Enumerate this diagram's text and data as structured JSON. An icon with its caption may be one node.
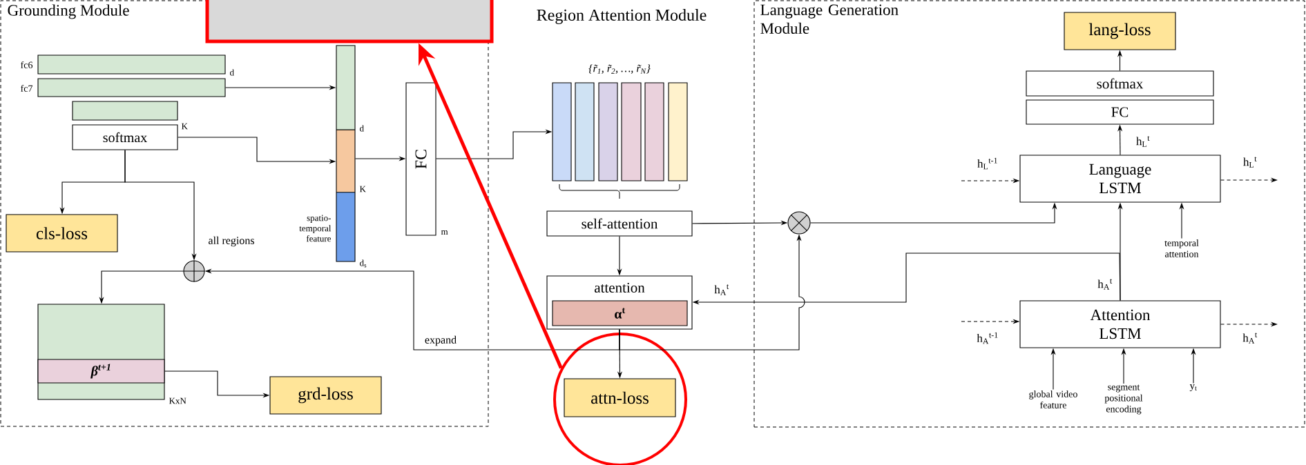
{
  "diagram": {
    "nodes": [
      {
        "text": [
          "Grounding Module"
        ]
      },
      {
        "text": [],
        "shape": "bar",
        "in": 0,
        "beside": [
          "fc6",
          "d"
        ]
      },
      {
        "text": [],
        "shape": "bar",
        "in": 0,
        "beside": [
          "fc7"
        ]
      },
      {
        "text": [],
        "shape": "bar",
        "in": 0,
        "beside": [
          "K"
        ]
      },
      {
        "text": [
          "softmax"
        ],
        "in": 0
      },
      {
        "text": [
          "cls-loss"
        ],
        "in": 0
      },
      {
        "text": [],
        "shape": "bar",
        "in": 0,
        "beside": [
          "d",
          "K",
          "d$_{s}$",
          "spatio-temporal feature"
        ]
      },
      {
        "text": [
          "FC"
        ],
        "in": 0,
        "beside": [
          "m"
        ]
      },
      {
        "text": [],
        "shape": "circle",
        "in": 0
      },
      {
        "text": [
          "β$^{t+1}$"
        ],
        "in": 0,
        "beside": [
          "KxN"
        ]
      },
      {
        "text": [
          "grd-loss"
        ],
        "in": 0
      },
      {
        "text": [],
        "shape": "bar"
      },
      {
        "text": [],
        "shape": "bar"
      },
      {
        "text": [],
        "shape": "bar"
      },
      {
        "text": [],
        "shape": "bar"
      },
      {
        "text": [],
        "shape": "bar"
      },
      {
        "text": [],
        "shape": "bar"
      },
      {
        "text": [
          "self-attention"
        ]
      },
      {
        "text": [
          "attention"
        ]
      },
      {
        "text": [
          "α$^{t}$"
        ],
        "in": 18
      },
      {
        "text": [
          "attn-loss"
        ],
        "in": 33
      },
      {
        "text": [
          "Language Generation Module"
        ]
      },
      {
        "text": [
          "lang-loss"
        ],
        "in": 21
      },
      {
        "text": [
          "softmax"
        ],
        "in": 21
      },
      {
        "text": [
          "FC"
        ],
        "in": 21
      },
      {
        "text": [
          "Language LSTM"
        ],
        "in": 21
      },
      {
        "text": [],
        "shape": "circle",
        "in": 21
      },
      {
        "text": [
          "Attention LSTM"
        ],
        "in": 21
      },
      {
        "text": [
          "temporal attention"
        ],
        "in": 21
      },
      {
        "text": [
          "global video feature"
        ],
        "in": 21
      },
      {
        "text": [
          "segment positional encoding"
        ],
        "in": 21
      },
      {
        "text": [
          "y$_{t}$"
        ],
        "in": 21
      },
      {
        "text": [],
        "shape": "box"
      },
      {
        "text": [],
        "shape": "circle"
      }
    ],
    "edges": [
      {
        "from": 2,
        "to": 6,
        "arrow": "to"
      },
      {
        "from": 4,
        "to": 6,
        "arrow": "to"
      },
      {
        "from": 4,
        "to": 5,
        "arrow": "to"
      },
      {
        "from": 4,
        "to": 8,
        "arrow": "to",
        "label": "all regions"
      },
      {
        "from": 6,
        "to": 7,
        "arrow": "to"
      },
      {
        "from": 7,
        "to": 11,
        "arrow": "to"
      },
      {
        "from": 8,
        "to": 9,
        "arrow": "to"
      },
      {
        "from": 9,
        "to": 10,
        "arrow": "to"
      },
      {
        "from": 18,
        "to": 8,
        "arrow": "to",
        "label": "expand"
      },
      {
        "from": 18,
        "to": 26,
        "arrow": "to"
      },
      {
        "from": 18,
        "to": 20,
        "arrow": "to"
      },
      {
        "from": 17,
        "to": 18,
        "arrow": "to"
      },
      {
        "from": 17,
        "to": 26,
        "arrow": "to"
      },
      {
        "from": 27,
        "to": 18,
        "arrow": "to",
        "label": "h$_{A}$$^{t}$"
      },
      {
        "from": 27,
        "to": 25,
        "arrow": "to",
        "label": "h$_{A}$$^{t}$"
      },
      {
        "from": 26,
        "to": 25,
        "arrow": "to"
      },
      {
        "from": 28,
        "to": 25,
        "arrow": "to"
      },
      {
        "from": 29,
        "to": 27,
        "arrow": "to"
      },
      {
        "from": 30,
        "to": 27,
        "arrow": "to"
      },
      {
        "from": 31,
        "to": 27,
        "arrow": "to"
      },
      {
        "from": 25,
        "to": 24,
        "arrow": "to",
        "label": "h$_{L}$$^{t}$"
      },
      {
        "from": 23,
        "to": 22,
        "arrow": "to"
      },
      {
        "from": null,
        "to": 25,
        "arrow": "to",
        "style": "dashed",
        "label": "h$_{L}$$^{t-1}$"
      },
      {
        "from": 25,
        "to": null,
        "arrow": "to",
        "style": "dashed",
        "label": "h$_{L}$$^{t}$"
      },
      {
        "from": null,
        "to": 27,
        "arrow": "to",
        "style": "dashed",
        "label": "h$_{A}$$^{t-1}$"
      },
      {
        "from": 27,
        "to": null,
        "arrow": "to",
        "style": "dashed",
        "label": "h$_{A}$$^{t}$"
      },
      {
        "from": 33,
        "to": 32,
        "arrow": "to",
        "style": "thick",
        "color": "#ff0000"
      }
    ],
    "labels": [
      "Region Attention Module",
      "{r̃$_{1}$, r̃$_{2}$, …, r̃$_{N}$}"
    ]
  }
}
